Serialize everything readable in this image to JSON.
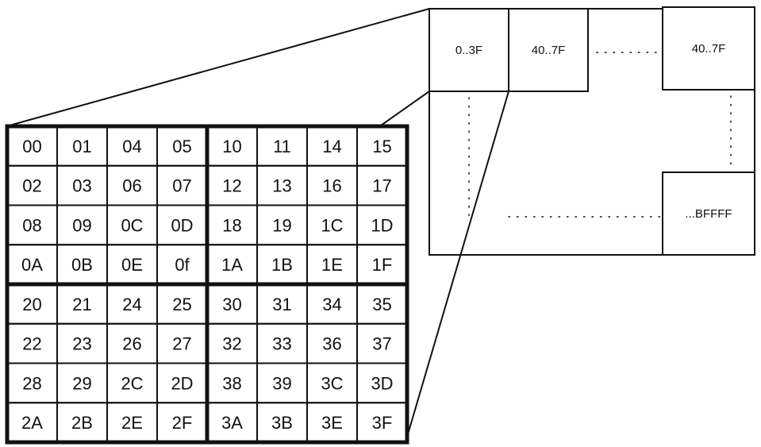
{
  "grid": {
    "rows": [
      [
        "00",
        "01",
        "04",
        "05",
        "10",
        "11",
        "14",
        "15"
      ],
      [
        "02",
        "03",
        "06",
        "07",
        "12",
        "13",
        "16",
        "17"
      ],
      [
        "08",
        "09",
        "0C",
        "0D",
        "18",
        "19",
        "1C",
        "1D"
      ],
      [
        "0A",
        "0B",
        "0E",
        "0f",
        "1A",
        "1B",
        "1E",
        "1F"
      ],
      [
        "20",
        "21",
        "24",
        "25",
        "30",
        "31",
        "34",
        "35"
      ],
      [
        "22",
        "23",
        "26",
        "27",
        "32",
        "33",
        "36",
        "37"
      ],
      [
        "28",
        "29",
        "2C",
        "2D",
        "38",
        "39",
        "3C",
        "3D"
      ],
      [
        "2A",
        "2B",
        "2E",
        "2F",
        "3A",
        "3B",
        "3E",
        "3F"
      ]
    ]
  },
  "memory_map": {
    "blocks": [
      {
        "label": "0..3F"
      },
      {
        "label": "40..7F"
      },
      {
        "label": "40..7F"
      },
      {
        "label": "...BFFFF"
      }
    ],
    "colors": {
      "line": "#111111",
      "background": "#ffffff"
    }
  }
}
